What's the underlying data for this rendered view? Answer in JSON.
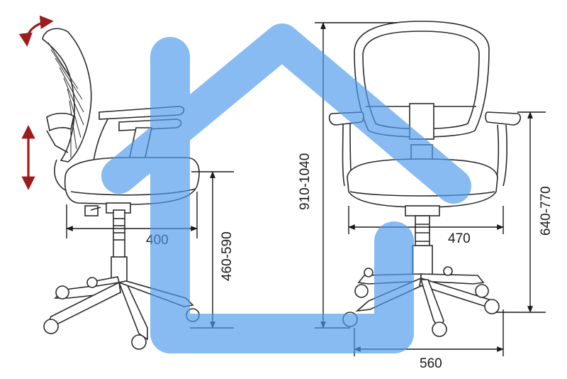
{
  "dimensions": {
    "seat_depth": "400",
    "seat_height": "460-590",
    "total_height": "910-1040",
    "seat_width": "470",
    "armrest_height": "640-770",
    "base_width": "560"
  },
  "colors": {
    "watermark": "#4f9bec",
    "arrow": "#9b1c1c",
    "line": "#2a2a2a"
  },
  "icons": {
    "tilt_arrow": "curved-double-arrow-icon",
    "height_arrow": "vertical-double-arrow-icon",
    "watermark": "house-outline-icon"
  }
}
